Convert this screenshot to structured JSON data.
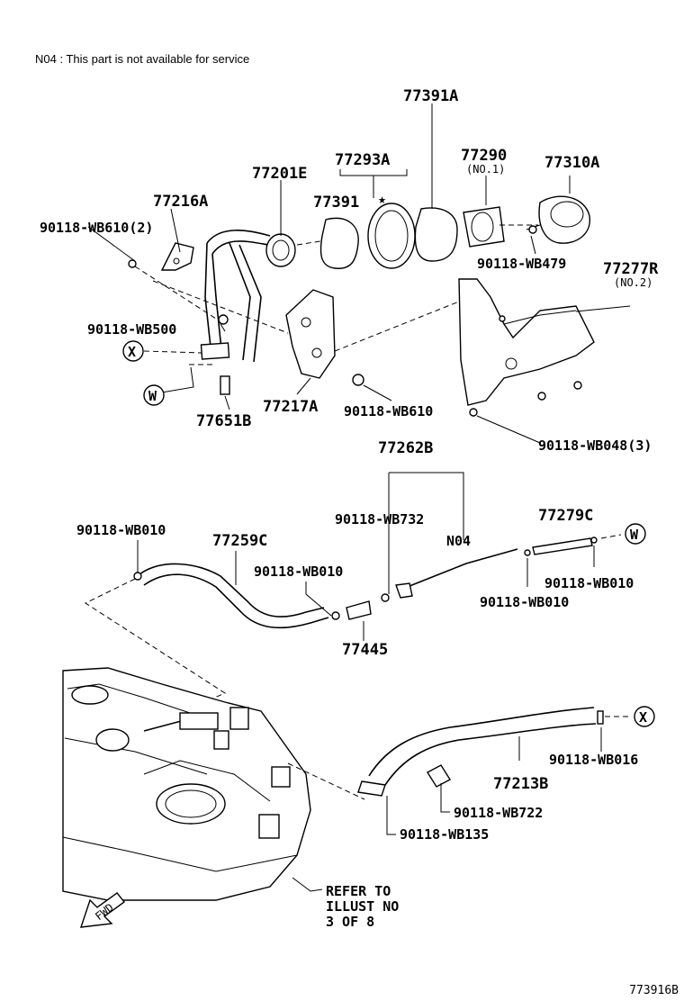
{
  "note": "N04 : This part is not available for service",
  "drawing_number": "773916B",
  "markers": {
    "x": "X",
    "w": "W",
    "star": "★"
  },
  "labels": {
    "p77391A": "77391A",
    "p77293A": "77293A",
    "p77290": "77290",
    "p77290_sub": "(NO.1)",
    "p77310A": "77310A",
    "p77201E": "77201E",
    "p77391": "77391",
    "p77216A": "77216A",
    "p90118_WB610_2": "90118-WB610(2)",
    "p90118_WB479": "90118-WB479",
    "p77277R": "77277R",
    "p77277R_sub": "(NO.2)",
    "p90118_WB500": "90118-WB500",
    "p77217A": "77217A",
    "p90118_WB610": "90118-WB610",
    "p77651B": "77651B",
    "p90118_WB048_3": "90118-WB048(3)",
    "p77262B": "77262B",
    "p90118_WB732": "90118-WB732",
    "p77279C": "77279C",
    "p90118_WB010_a": "90118-WB010",
    "p77259C": "77259C",
    "pN04": "N04",
    "p90118_WB010_b": "90118-WB010",
    "p90118_WB010_c": "90118-WB010",
    "p90118_WB010_d": "90118-WB010",
    "p77445": "77445",
    "p90118_WB016": "90118-WB016",
    "p77213B": "77213B",
    "p90118_WB722": "90118-WB722",
    "p90118_WB135": "90118-WB135",
    "refer1": "REFER TO",
    "refer2": "ILLUST NO",
    "refer3": "3 OF 8",
    "fwd": "FWD"
  }
}
